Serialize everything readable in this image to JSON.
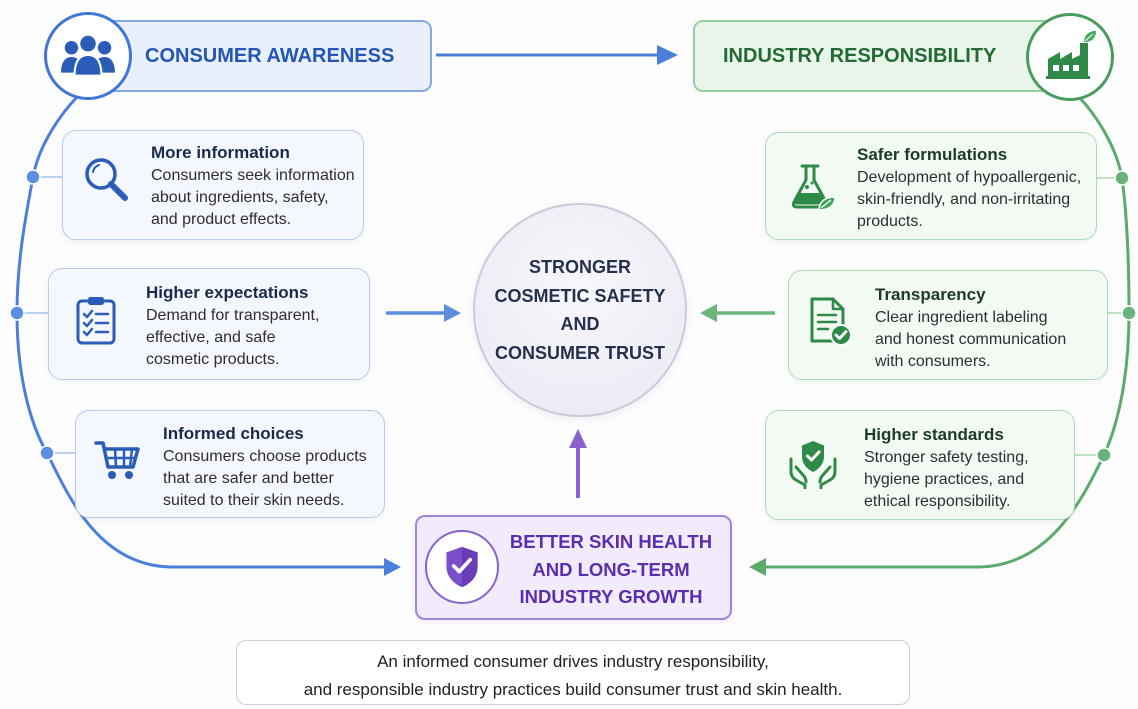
{
  "colors": {
    "consumer_blue": "#3b73d6",
    "industry_green": "#3f9a58",
    "outcome_purple": "#7a4fc8",
    "center_fill": "#f1eff7"
  },
  "consumer_awareness": {
    "title": "CONSUMER AWARENESS",
    "icon": "people-icon"
  },
  "industry_responsibility": {
    "title": "INDUSTRY RESPONSIBILITY",
    "icon": "factory-icon"
  },
  "center": {
    "lines": [
      "STRONGER",
      "COSMETIC SAFETY",
      "AND",
      "CONSUMER TRUST"
    ]
  },
  "consumer_cards": [
    {
      "icon": "magnifier-icon",
      "title": "More information",
      "lines": [
        "Consumers seek information",
        "about ingredients, safety,",
        "and product effects."
      ]
    },
    {
      "icon": "clipboard-checklist-icon",
      "title": "Higher expectations",
      "lines": [
        "Demand for transparent,",
        "effective, and safe",
        "cosmetic products."
      ]
    },
    {
      "icon": "shopping-cart-icon",
      "title": "Informed choices",
      "lines": [
        "Consumers choose products",
        "that are safer and better",
        "suited to their skin needs."
      ]
    }
  ],
  "industry_cards": [
    {
      "icon": "flask-leaf-icon",
      "title": "Safer formulations",
      "lines": [
        "Development of hypoallergenic,",
        "skin-friendly, and non-irritating",
        "products."
      ]
    },
    {
      "icon": "document-check-icon",
      "title": "Transparency",
      "lines": [
        "Clear ingredient labeling",
        "and honest communication",
        "with consumers."
      ]
    },
    {
      "icon": "hands-shield-icon",
      "title": "Higher standards",
      "lines": [
        "Stronger safety testing,",
        "hygiene practices, and",
        "ethical responsibility."
      ]
    }
  ],
  "outcome": {
    "icon": "shield-check-icon",
    "lines": [
      "BETTER SKIN HEALTH",
      "AND LONG-TERM",
      "INDUSTRY GROWTH"
    ]
  },
  "footer": {
    "lines": [
      "An informed consumer drives industry responsibility,",
      "and responsible industry practices build consumer trust and skin health."
    ]
  }
}
